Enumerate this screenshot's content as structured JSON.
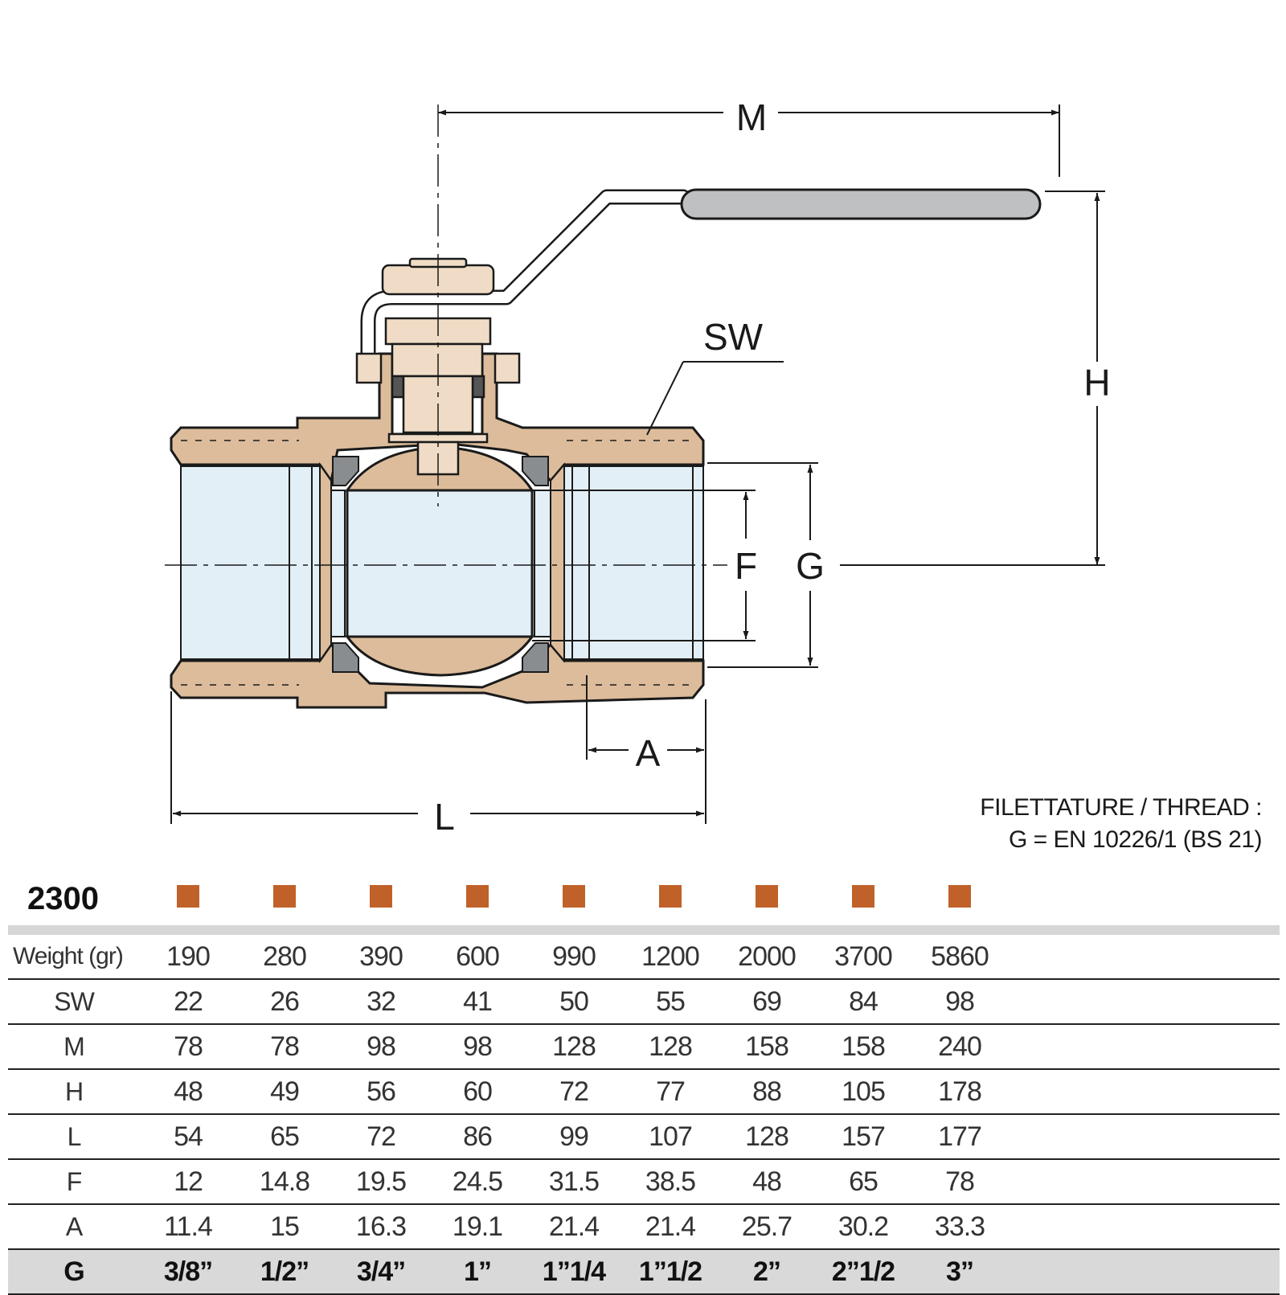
{
  "diagram": {
    "labels": {
      "M": "M",
      "SW": "SW",
      "H": "H",
      "F": "F",
      "G": "G",
      "A": "A",
      "L": "L"
    },
    "colors": {
      "brass": "#dcbc9b",
      "bore": "#e2eff7",
      "seal": "#8a8d90",
      "handle_grip": "#bfc0c2",
      "line": "#1a1a1a"
    }
  },
  "thread_note": {
    "line1": "FILETTATURE / THREAD :",
    "line2": "G = EN 10226/1 (BS 21)"
  },
  "table": {
    "model_code": "2300",
    "marker_color": "#c0612a",
    "rows": [
      {
        "label": "Weight (gr)",
        "values": [
          "190",
          "280",
          "390",
          "600",
          "990",
          "1200",
          "2000",
          "3700",
          "5860"
        ]
      },
      {
        "label": "SW",
        "values": [
          "22",
          "26",
          "32",
          "41",
          "50",
          "55",
          "69",
          "84",
          "98"
        ]
      },
      {
        "label": "M",
        "values": [
          "78",
          "78",
          "98",
          "98",
          "128",
          "128",
          "158",
          "158",
          "240"
        ]
      },
      {
        "label": "H",
        "values": [
          "48",
          "49",
          "56",
          "60",
          "72",
          "77",
          "88",
          "105",
          "178"
        ]
      },
      {
        "label": "L",
        "values": [
          "54",
          "65",
          "72",
          "86",
          "99",
          "107",
          "128",
          "157",
          "177"
        ]
      },
      {
        "label": "F",
        "values": [
          "12",
          "14.8",
          "19.5",
          "24.5",
          "31.5",
          "38.5",
          "48",
          "65",
          "78"
        ]
      },
      {
        "label": "A",
        "values": [
          "11.4",
          "15",
          "16.3",
          "19.1",
          "21.4",
          "21.4",
          "25.7",
          "30.2",
          "33.3"
        ]
      },
      {
        "label": "G",
        "values": [
          "3/8”",
          "1/2”",
          "3/4”",
          "1”",
          "1”1/4",
          "1”1/2",
          "2”",
          "2”1/2",
          "3”"
        ]
      }
    ]
  }
}
